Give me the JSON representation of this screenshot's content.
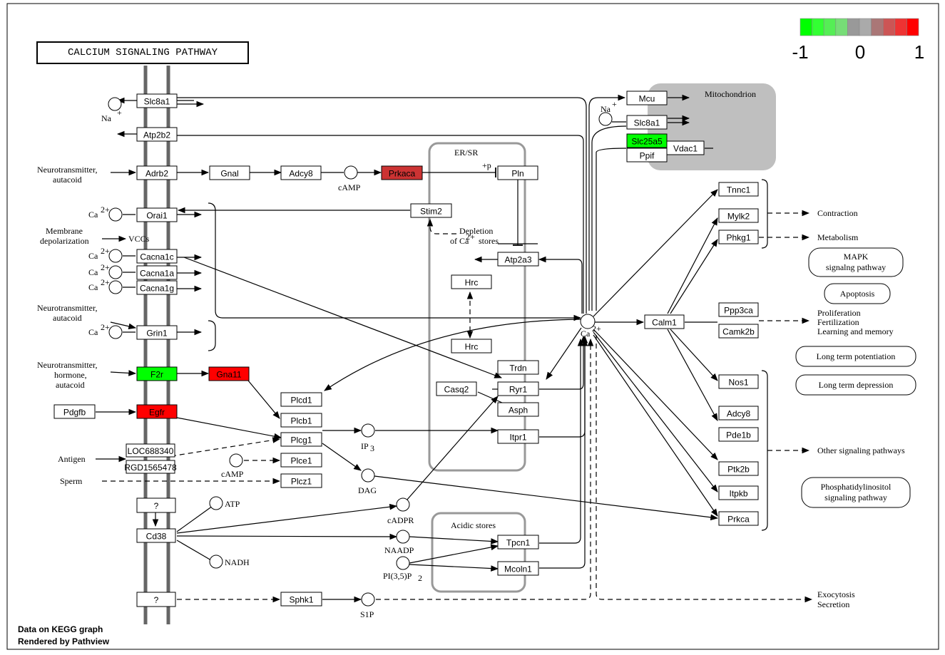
{
  "title": "CALCIUM SIGNALING PATHWAY",
  "legend": {
    "min": "-1",
    "mid": "0",
    "max": "1",
    "colors": [
      "#00ff00",
      "#33ff33",
      "#55ee55",
      "#77dd77",
      "#999999",
      "#aaaaaa",
      "#aa7777",
      "#cc5555",
      "#ee3333",
      "#ff0000"
    ]
  },
  "footer": {
    "line1": "Data on KEGG graph",
    "line2": "Rendered by Pathview"
  },
  "compartments": {
    "er": "ER/SR",
    "acidic": "Acidic stores",
    "mito": "Mitochondrion"
  },
  "genes": {
    "slc8a1_pm": "Slc8a1",
    "atp2b2": "Atp2b2",
    "adrb2": "Adrb2",
    "gnal": "Gnal",
    "adcy8_top": "Adcy8",
    "prkaca": "Prkaca",
    "pln": "Pln",
    "orai1": "Orai1",
    "stim2": "Stim2",
    "cacna1c": "Cacna1c",
    "cacna1a": "Cacna1a",
    "cacna1g": "Cacna1g",
    "atp2a2": "Atp2a3",
    "hrc1": "Hrc",
    "hrc2": "Hrc",
    "grin1": "Grin1",
    "f2r": "F2r",
    "gna11": "Gna11",
    "trdn": "Trdn",
    "casq2": "Casq2",
    "ryr1": "Ryr1",
    "asph": "Asph",
    "plcd1": "Plcd1",
    "plcb1": "Plcb1",
    "pdgfb": "Pdgfb",
    "egfr": "Egfr",
    "plcg1": "Plcg1",
    "itpr1": "Itpr1",
    "loc": "LOC688340",
    "rgd": "RGD1565478",
    "plce1": "Plce1",
    "plcz1": "Plcz1",
    "q1": "?",
    "cd38": "Cd38",
    "tpcn1": "Tpcn1",
    "mcoln1": "Mcoln1",
    "q2": "?",
    "sphk1": "Sphk1",
    "mcu": "Mcu",
    "slc8a1_mito": "Slc8a1",
    "slc25a5": "Slc25a5",
    "vdac1": "Vdac1",
    "ppif": "Ppif",
    "tnnc1": "Tnnc1",
    "mylk2": "Mylk2",
    "phkg1": "Phkg1",
    "calm1": "Calm1",
    "ppp3ca": "Ppp3ca",
    "camk2b": "Camk2b",
    "nos1": "Nos1",
    "adcy8_right": "Adcy8",
    "pde1b": "Pde1b",
    "ptk2b": "Ptk2b",
    "itpkb": "Itpkb",
    "prkca": "Prkca"
  },
  "labels": {
    "na_left": "Na",
    "na_mito": "Na",
    "plus": "+",
    "ca": "Ca",
    "ca_sup": "2+",
    "nt_autacoid_1a": "Neurotransmitter,",
    "nt_autacoid_1b": "autacoid",
    "nt_autacoid_2a": "Neurotransmitter,",
    "nt_autacoid_2b": "autacoid",
    "nt_horm_a": "Neurotransmitter,",
    "nt_horm_b": "hormone,",
    "nt_horm_c": "autacoid",
    "membrane_a": "Membrane",
    "membrane_b": "depolarization",
    "vccs": "VCCs",
    "camp_top": "cAMP",
    "camp_mid": "cAMP",
    "p_plus": "+p",
    "depletion_a": "Depletion",
    "depletion_b": "of Ca",
    "depletion_sup": "2+",
    "depletion_c": "stores",
    "antigen": "Antigen",
    "sperm": "Sperm",
    "ip3": "IP",
    "ip3_sub": "3",
    "dag": "DAG",
    "atp": "ATP",
    "nadh": "NADH",
    "cadpr": "cADPR",
    "naadp": "NAADP",
    "pi35p2": "PI(3,5)P",
    "pi35p2_sub": "2",
    "s1p": "S1P",
    "contraction": "Contraction",
    "metabolism": "Metabolism",
    "proliferation": "Proliferation",
    "fertilization": "Fertilization",
    "learning": "Learning and memory",
    "other_signaling": "Other signaling pathways",
    "exocytosis": "Exocytosis",
    "secretion": "Secretion"
  },
  "pathways": {
    "mapk_a": "MAPK",
    "mapk_b": "signalng pathway",
    "apoptosis": "Apoptosis",
    "ltp": "Long term potentiation",
    "ltd": "Long term depression",
    "pi_a": "Phosphatidylinositol",
    "pi_b": "signaling pathway"
  },
  "colors": {
    "up": "#ff0000",
    "up_mid": "#cc3333",
    "down": "#00ff00",
    "neutral": "#ffffff",
    "membrane": "#666666",
    "compartment": "#999999",
    "mito_fill": "#bfbfbf"
  }
}
